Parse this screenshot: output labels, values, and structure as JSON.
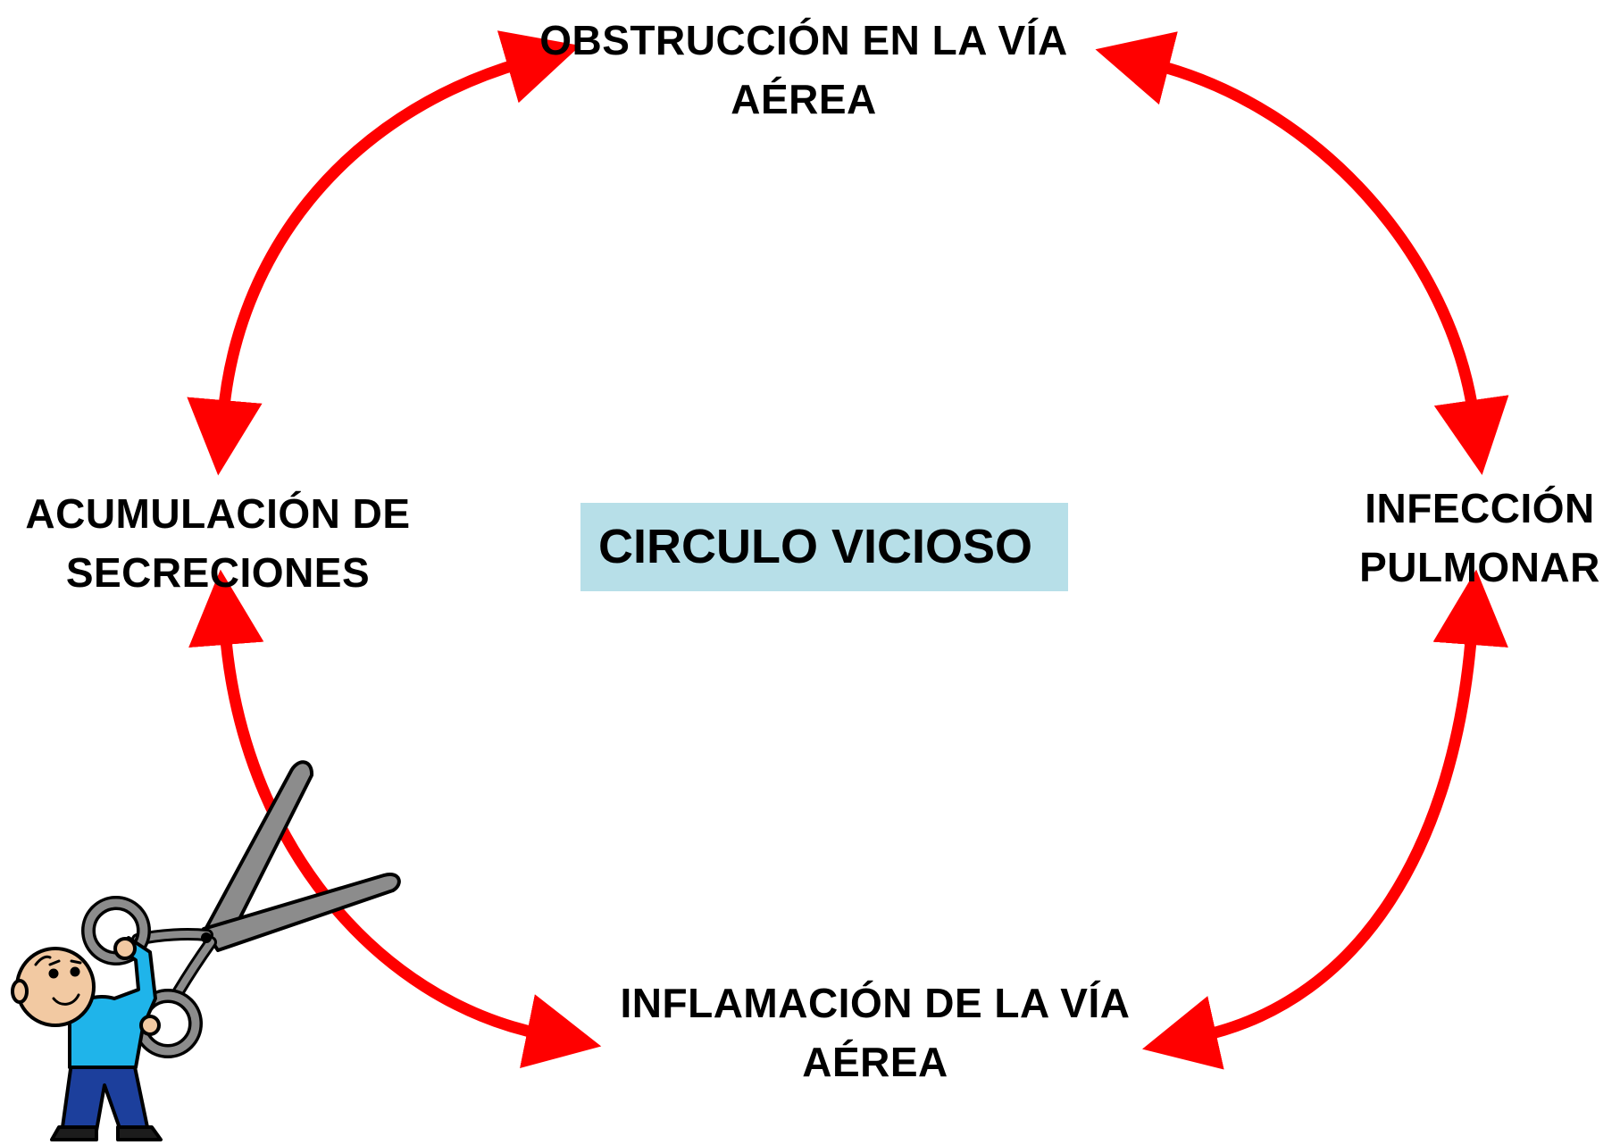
{
  "diagram": {
    "center_label": "CIRCULO VICIOSO",
    "nodes": {
      "top": [
        "OBSTRUCCIÓN EN LA VÍA",
        "AÉREA"
      ],
      "left": [
        "ACUMULACIÓN DE",
        "SECRECIONES"
      ],
      "right": [
        "INFECCIÓN",
        "PULMONAR"
      ],
      "bottom": [
        "INFLAMACIÓN DE LA VÍA",
        "AÉREA"
      ]
    },
    "colors": {
      "arrow": "#ff0000",
      "center_box": "#b7dfe8",
      "text": "#000000"
    }
  },
  "illustration": {
    "icon": "person-with-scissors-icon",
    "colors": {
      "shirt": "#1fb4ea",
      "pants": "#1c3f9c",
      "skin": "#f2c9a2",
      "scissors": "#8c8c8c",
      "outline": "#000000"
    }
  }
}
